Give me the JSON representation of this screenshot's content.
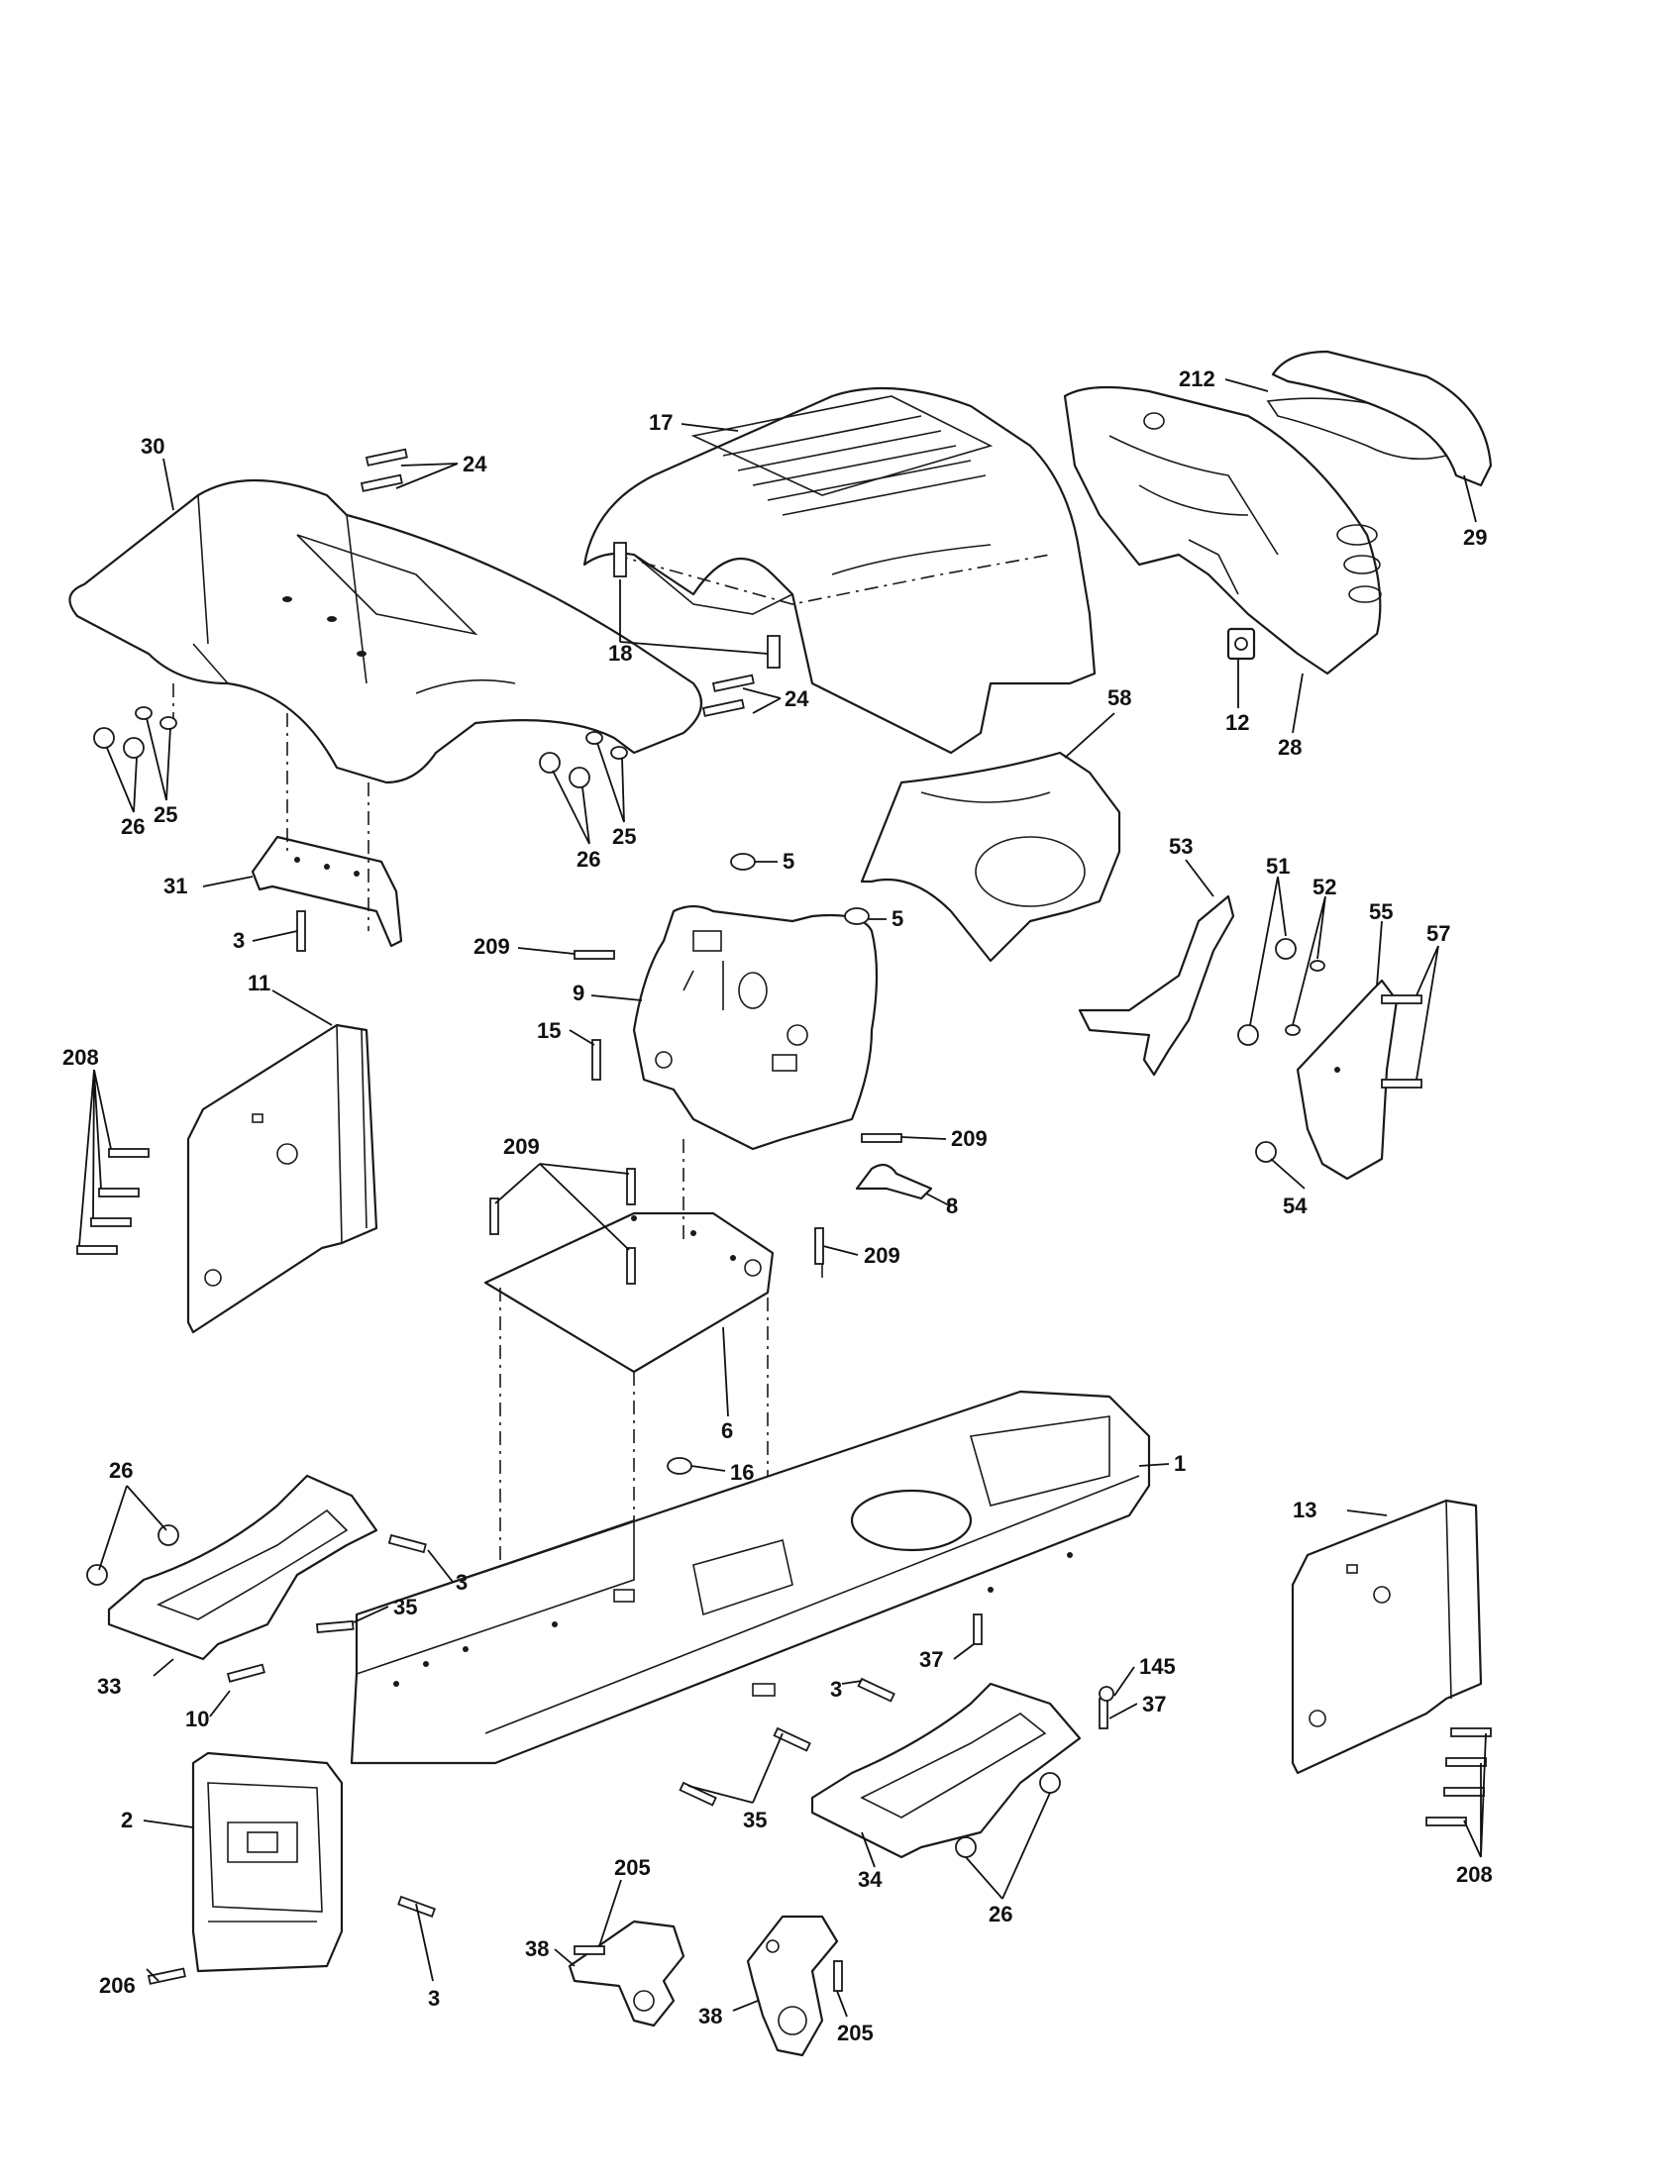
{
  "labels": [
    {
      "id": "17",
      "text": "17"
    },
    {
      "id": "212",
      "text": "212"
    },
    {
      "id": "30",
      "text": "30"
    },
    {
      "id": "24a",
      "text": "24"
    },
    {
      "id": "24b",
      "text": "24"
    },
    {
      "id": "29",
      "text": "29"
    },
    {
      "id": "18",
      "text": "18"
    },
    {
      "id": "12",
      "text": "12"
    },
    {
      "id": "28",
      "text": "28"
    },
    {
      "id": "58",
      "text": "58"
    },
    {
      "id": "25a",
      "text": "25"
    },
    {
      "id": "26a",
      "text": "26"
    },
    {
      "id": "25b",
      "text": "25"
    },
    {
      "id": "26b",
      "text": "26"
    },
    {
      "id": "5a",
      "text": "5"
    },
    {
      "id": "5b",
      "text": "5"
    },
    {
      "id": "53",
      "text": "53"
    },
    {
      "id": "51",
      "text": "51"
    },
    {
      "id": "52",
      "text": "52"
    },
    {
      "id": "55",
      "text": "55"
    },
    {
      "id": "57",
      "text": "57"
    },
    {
      "id": "31",
      "text": "31"
    },
    {
      "id": "3a",
      "text": "3"
    },
    {
      "id": "209a",
      "text": "209"
    },
    {
      "id": "9",
      "text": "9"
    },
    {
      "id": "208a",
      "text": "208"
    },
    {
      "id": "11",
      "text": "11"
    },
    {
      "id": "15",
      "text": "15"
    },
    {
      "id": "209b",
      "text": "209"
    },
    {
      "id": "209c",
      "text": "209"
    },
    {
      "id": "54",
      "text": "54"
    },
    {
      "id": "8",
      "text": "8"
    },
    {
      "id": "209d",
      "text": "209"
    },
    {
      "id": "6",
      "text": "6"
    },
    {
      "id": "26c",
      "text": "26"
    },
    {
      "id": "16",
      "text": "16"
    },
    {
      "id": "1",
      "text": "1"
    },
    {
      "id": "13",
      "text": "13"
    },
    {
      "id": "3b",
      "text": "3"
    },
    {
      "id": "35a",
      "text": "35"
    },
    {
      "id": "33",
      "text": "33"
    },
    {
      "id": "10",
      "text": "10"
    },
    {
      "id": "37a",
      "text": "37"
    },
    {
      "id": "145",
      "text": "145"
    },
    {
      "id": "37b",
      "text": "37"
    },
    {
      "id": "3c",
      "text": "3"
    },
    {
      "id": "35b",
      "text": "35"
    },
    {
      "id": "34",
      "text": "34"
    },
    {
      "id": "2",
      "text": "2"
    },
    {
      "id": "205a",
      "text": "205"
    },
    {
      "id": "208b",
      "text": "208"
    },
    {
      "id": "26d",
      "text": "26"
    },
    {
      "id": "38a",
      "text": "38"
    },
    {
      "id": "206",
      "text": "206"
    },
    {
      "id": "3d",
      "text": "3"
    },
    {
      "id": "38b",
      "text": "38"
    },
    {
      "id": "205b",
      "text": "205"
    }
  ]
}
